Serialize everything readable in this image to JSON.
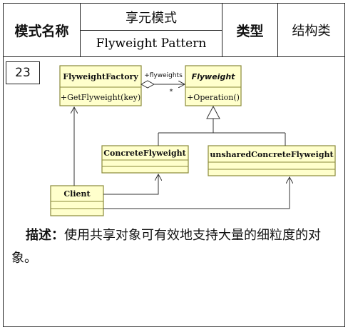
{
  "header": {
    "name_label": "模式名称",
    "pattern_cn": "享元模式",
    "pattern_en": "Flyweight Pattern",
    "type_label": "类型",
    "type_value": "结构类"
  },
  "pattern_number": "23",
  "diagram": {
    "classes": {
      "factory": {
        "name": "FlyweightFactory",
        "method": "+GetFlyweight(key)"
      },
      "flyweight": {
        "name": "Flyweight",
        "method": "+Operation()",
        "abstract": true
      },
      "concrete": {
        "name": "ConcreteFlyweight"
      },
      "unshared": {
        "name": "unsharedConcreteFlyweight"
      },
      "client": {
        "name": "Client"
      }
    },
    "association": {
      "role": "+flyweights",
      "multiplicity": "*"
    }
  },
  "description": {
    "label": "描述：",
    "text": "使用共享对象可有效地支持大量的细粒度的对象。"
  },
  "colors": {
    "class_fill": "#ffffcc",
    "class_border": "#8a8a3a",
    "line": "#333333"
  }
}
